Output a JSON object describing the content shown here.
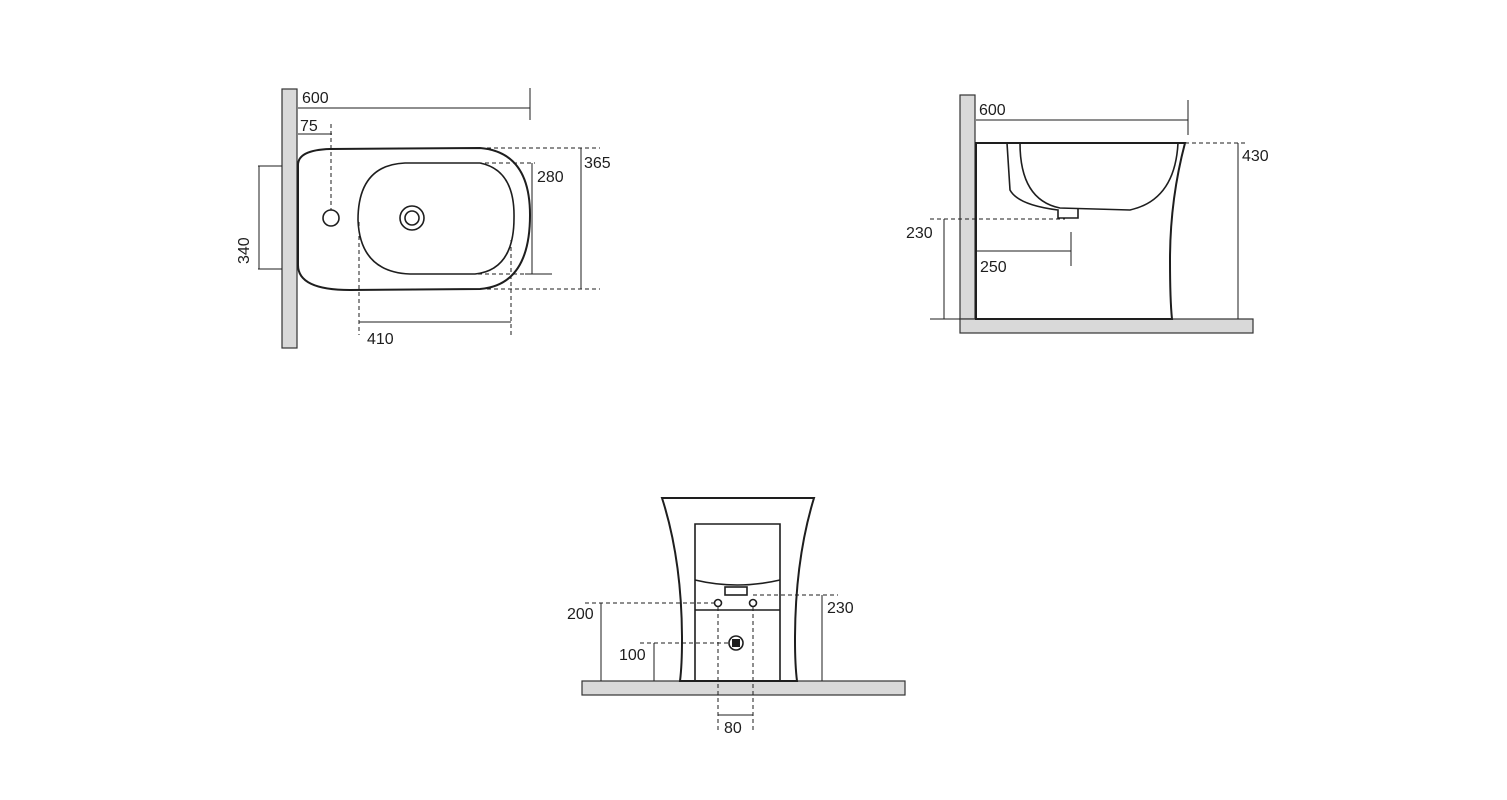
{
  "top_view": {
    "dims": {
      "length": "600",
      "tap_offset": "75",
      "bowl_width": "280",
      "total_width": "365",
      "wall_fix_spacing": "340",
      "bowl_length": "410"
    }
  },
  "side_view": {
    "dims": {
      "length": "600",
      "height": "430",
      "outlet_height": "230",
      "outlet_offset": "250"
    }
  },
  "back_view": {
    "dims": {
      "supply_height_left": "200",
      "waste_height": "100",
      "supply_height_right": "230",
      "supply_spacing": "80"
    }
  }
}
